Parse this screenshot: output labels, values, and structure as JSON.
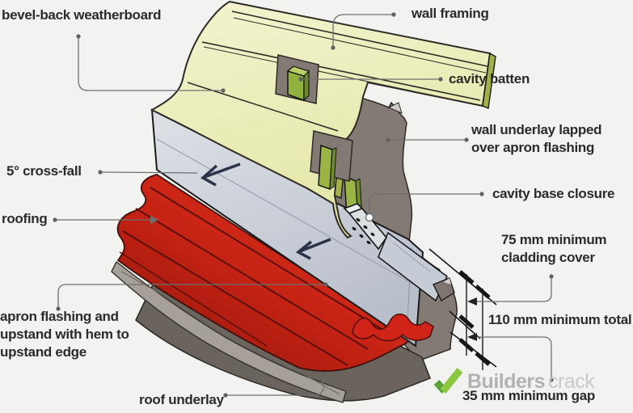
{
  "labels": {
    "bevel_back_weatherboard": "bevel-back weatherboard",
    "wall_framing": "wall framing",
    "cavity_batten": "cavity batten",
    "wall_underlay_lap": "wall underlay lapped over apron flashing",
    "cross_fall": "5° cross-fall",
    "roofing": "roofing",
    "cavity_base_closure": "cavity base closure",
    "cladding_cover": "75 mm minimum cladding cover",
    "minimum_total": "110 mm minimum total",
    "apron_flashing": "apron flashing and upstand with hem to upstand edge",
    "roof_underlay": "roof underlay",
    "minimum_gap": "35 mm minimum gap"
  },
  "measurements": {
    "cross_fall_degrees": 5,
    "cladding_cover_min_mm": 75,
    "total_min_mm": 110,
    "gap_min_mm": 35
  },
  "logo": {
    "name": "Builderscrack",
    "text_bold": "Builders",
    "text_light": "crack",
    "check_green_dark": "#58a339",
    "check_green_light": "#8dc63f",
    "text_gray": "#b5b5b5"
  },
  "colors": {
    "background": "#f2f2f0",
    "roofing_red": "#d02418",
    "apron_flashing_gray": "#ccd1d9",
    "wall_underlay_taupe": "#837a73",
    "cavity_batten_green": "#9ab545",
    "weatherboard_cream": "#eef0c4",
    "wall_framing_pink": "#e4798c",
    "label_text": "#2d2b29"
  }
}
